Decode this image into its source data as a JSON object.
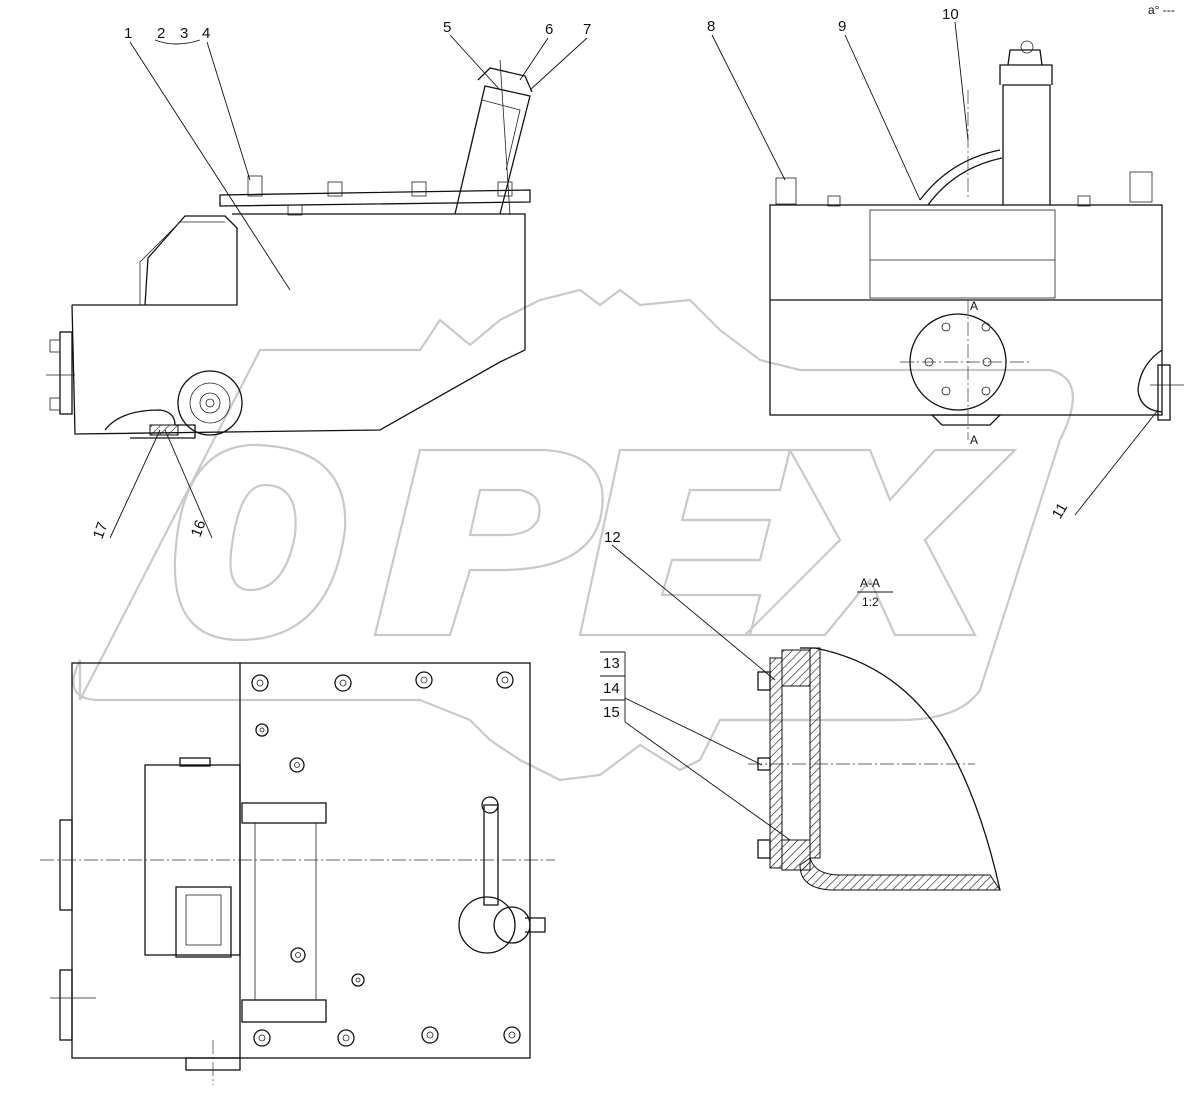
{
  "watermark": {
    "text": "OPEX"
  },
  "corner_mark": "a° ---",
  "labels": {
    "l1": "1",
    "l2": "2",
    "l3": "3",
    "l4": "4",
    "l5": "5",
    "l6": "6",
    "l7": "7",
    "l8": "8",
    "l9": "9",
    "l10": "10",
    "l11": "11",
    "l12": "12",
    "l13": "13",
    "l14": "14",
    "l15": "15",
    "l16": "16",
    "l17": "17"
  },
  "section": {
    "name": "A-A",
    "scale": "1:2",
    "mark_top": "A",
    "mark_bottom": "A"
  }
}
